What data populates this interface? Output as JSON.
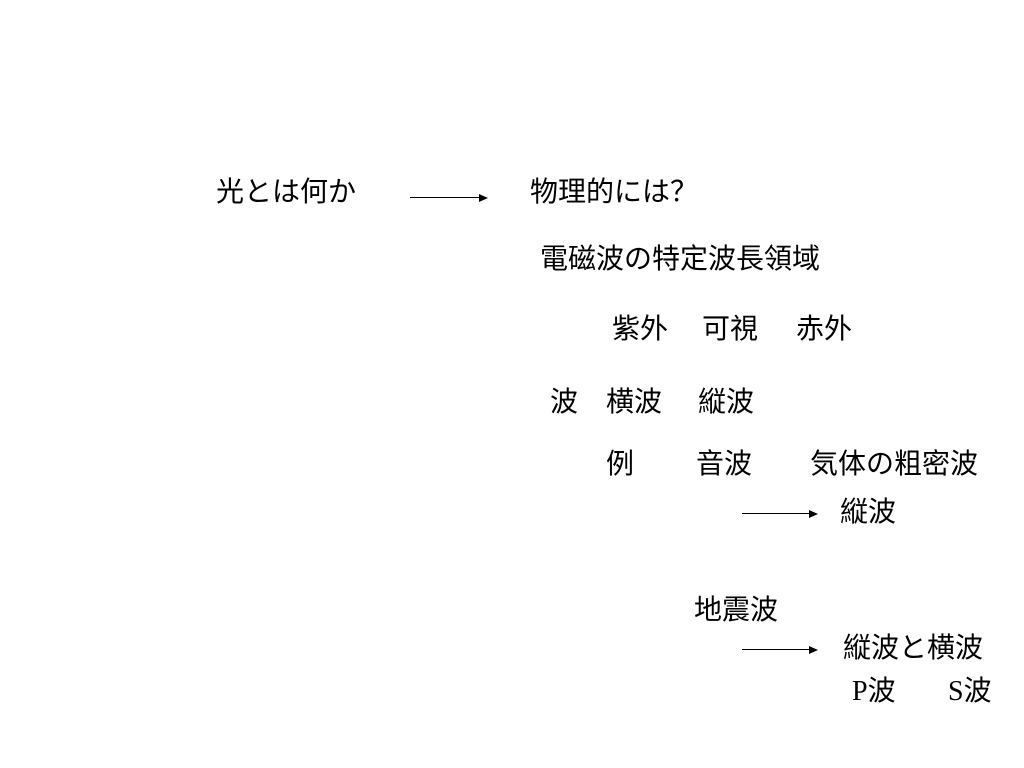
{
  "slide": {
    "question": "光とは何か",
    "physically": "物理的には？",
    "em_wave": "電磁波の特定波長領域",
    "uv": "紫外",
    "visible": "可視",
    "ir": "赤外",
    "wave": "波",
    "transverse": "横波",
    "longitudinal": "縦波",
    "example": "例",
    "sound_wave": "音波",
    "gas_density_wave": "気体の粗密波",
    "sound_result": "縦波",
    "seismic_wave": "地震波",
    "seismic_result": "縦波と横波",
    "p_wave": "P波",
    "s_wave": "S波"
  }
}
